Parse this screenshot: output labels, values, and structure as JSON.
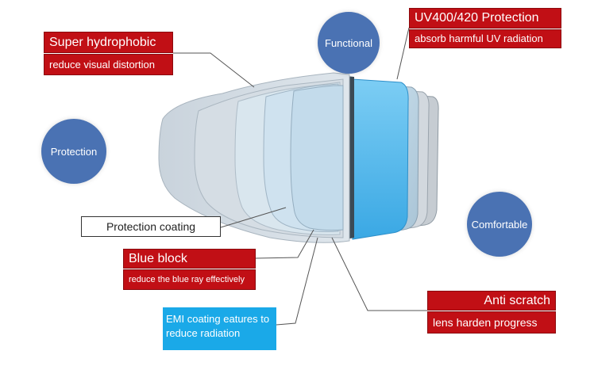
{
  "circles": {
    "functional": "Functional",
    "protection": "Protection",
    "comfortable": "Comfortable"
  },
  "labels": {
    "hydrophobic": {
      "title": "Super hydrophobic",
      "sub": "reduce visual distortion"
    },
    "uv": {
      "title": "UV400/420 Protection",
      "sub": "absorb harmful UV radiation"
    },
    "protection_coating": "Protection coating",
    "blue_block": {
      "title": "Blue block",
      "sub": "reduce the blue ray effectively"
    },
    "emi": {
      "line1": "EMI coating eatures to",
      "line2": "reduce radiation"
    },
    "anti_scratch": {
      "title": "Anti scratch",
      "sub": "lens harden progress"
    }
  },
  "colors": {
    "red": "#c10f15",
    "circle_blue": "#4a72b3",
    "cyan": "#1aa9e8",
    "uv_layer": "#5bc0f0"
  }
}
